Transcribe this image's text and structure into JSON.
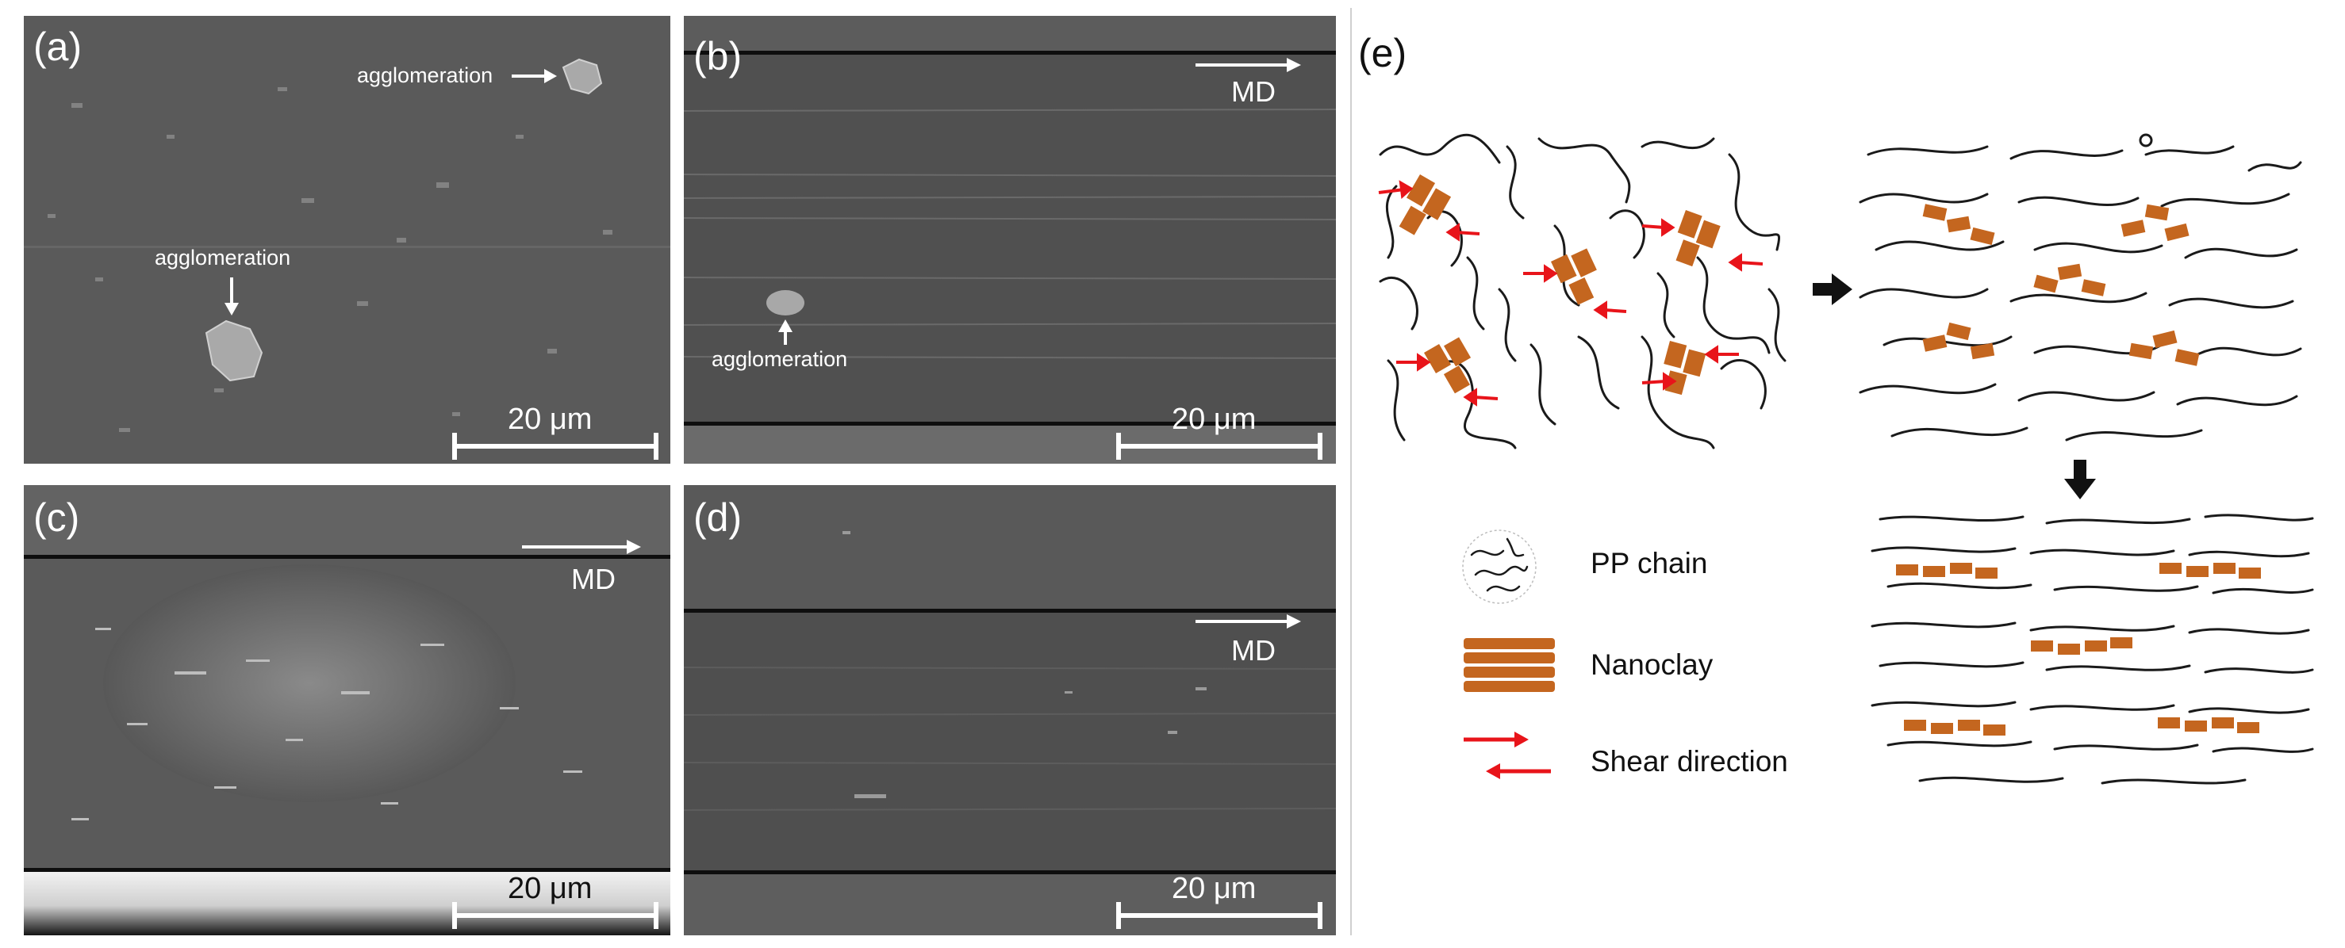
{
  "panels": {
    "a": {
      "label": "(a)",
      "annotation_top": "agglomeration",
      "annotation_mid": "agglomeration",
      "scale": "20 μm"
    },
    "b": {
      "label": "(b)",
      "md": "MD",
      "annotation": "agglomeration",
      "scale": "20 μm"
    },
    "c": {
      "label": "(c)",
      "md": "MD",
      "scale": "20 μm"
    },
    "d": {
      "label": "(d)",
      "md": "MD",
      "scale": "20 μm"
    },
    "e": {
      "label": "(e)"
    }
  },
  "legend": {
    "pp_chain": "PP chain",
    "nanoclay": "Nanoclay",
    "shear": "Shear direction"
  },
  "colors": {
    "nanoclay": "#c4661f",
    "shear_arrow": "#e8141a",
    "chain": "#1a1a1a",
    "sem_background": "#575757"
  }
}
